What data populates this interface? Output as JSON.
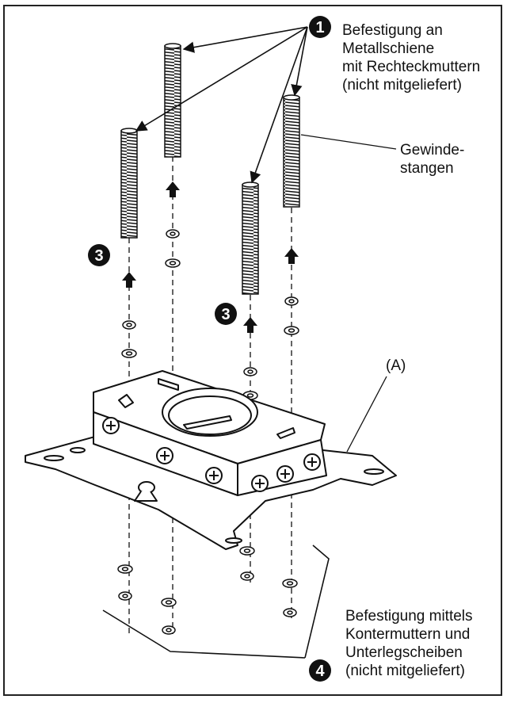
{
  "labels": {
    "mount_rail": [
      "Befestigung an",
      "Metallschiene",
      "mit Rechteckmuttern",
      "(nicht mitgeliefert)"
    ],
    "threaded_rods": [
      "Gewinde-",
      "stangen"
    ],
    "part_a": "(A)",
    "fasten_nuts": [
      "Befestigung mittels",
      "Kontermuttern und",
      "Unterlegscheiben",
      "(nicht mitgeliefert)"
    ]
  },
  "callouts": {
    "one": "1",
    "three": "3",
    "four": "4"
  },
  "colors": {
    "ink": "#111111",
    "badge": "#111111",
    "paper": "#ffffff"
  }
}
